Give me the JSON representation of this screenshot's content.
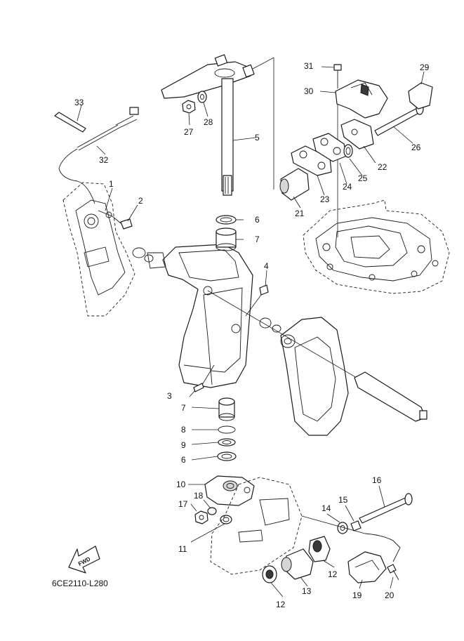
{
  "diagram_code": "6CE2110-L280",
  "fwd_label": "FWD",
  "callouts": [
    "1",
    "2",
    "3",
    "4",
    "5",
    "6",
    "6",
    "7",
    "7",
    "8",
    "9",
    "10",
    "11",
    "12",
    "12",
    "13",
    "14",
    "15",
    "16",
    "17",
    "18",
    "19",
    "20",
    "21",
    "22",
    "23",
    "24",
    "25",
    "26",
    "27",
    "28",
    "29",
    "30",
    "31",
    "32",
    "33"
  ],
  "colors": {
    "line": "#1a1a1a",
    "background": "#ffffff",
    "shade": "#d6d6d6"
  }
}
